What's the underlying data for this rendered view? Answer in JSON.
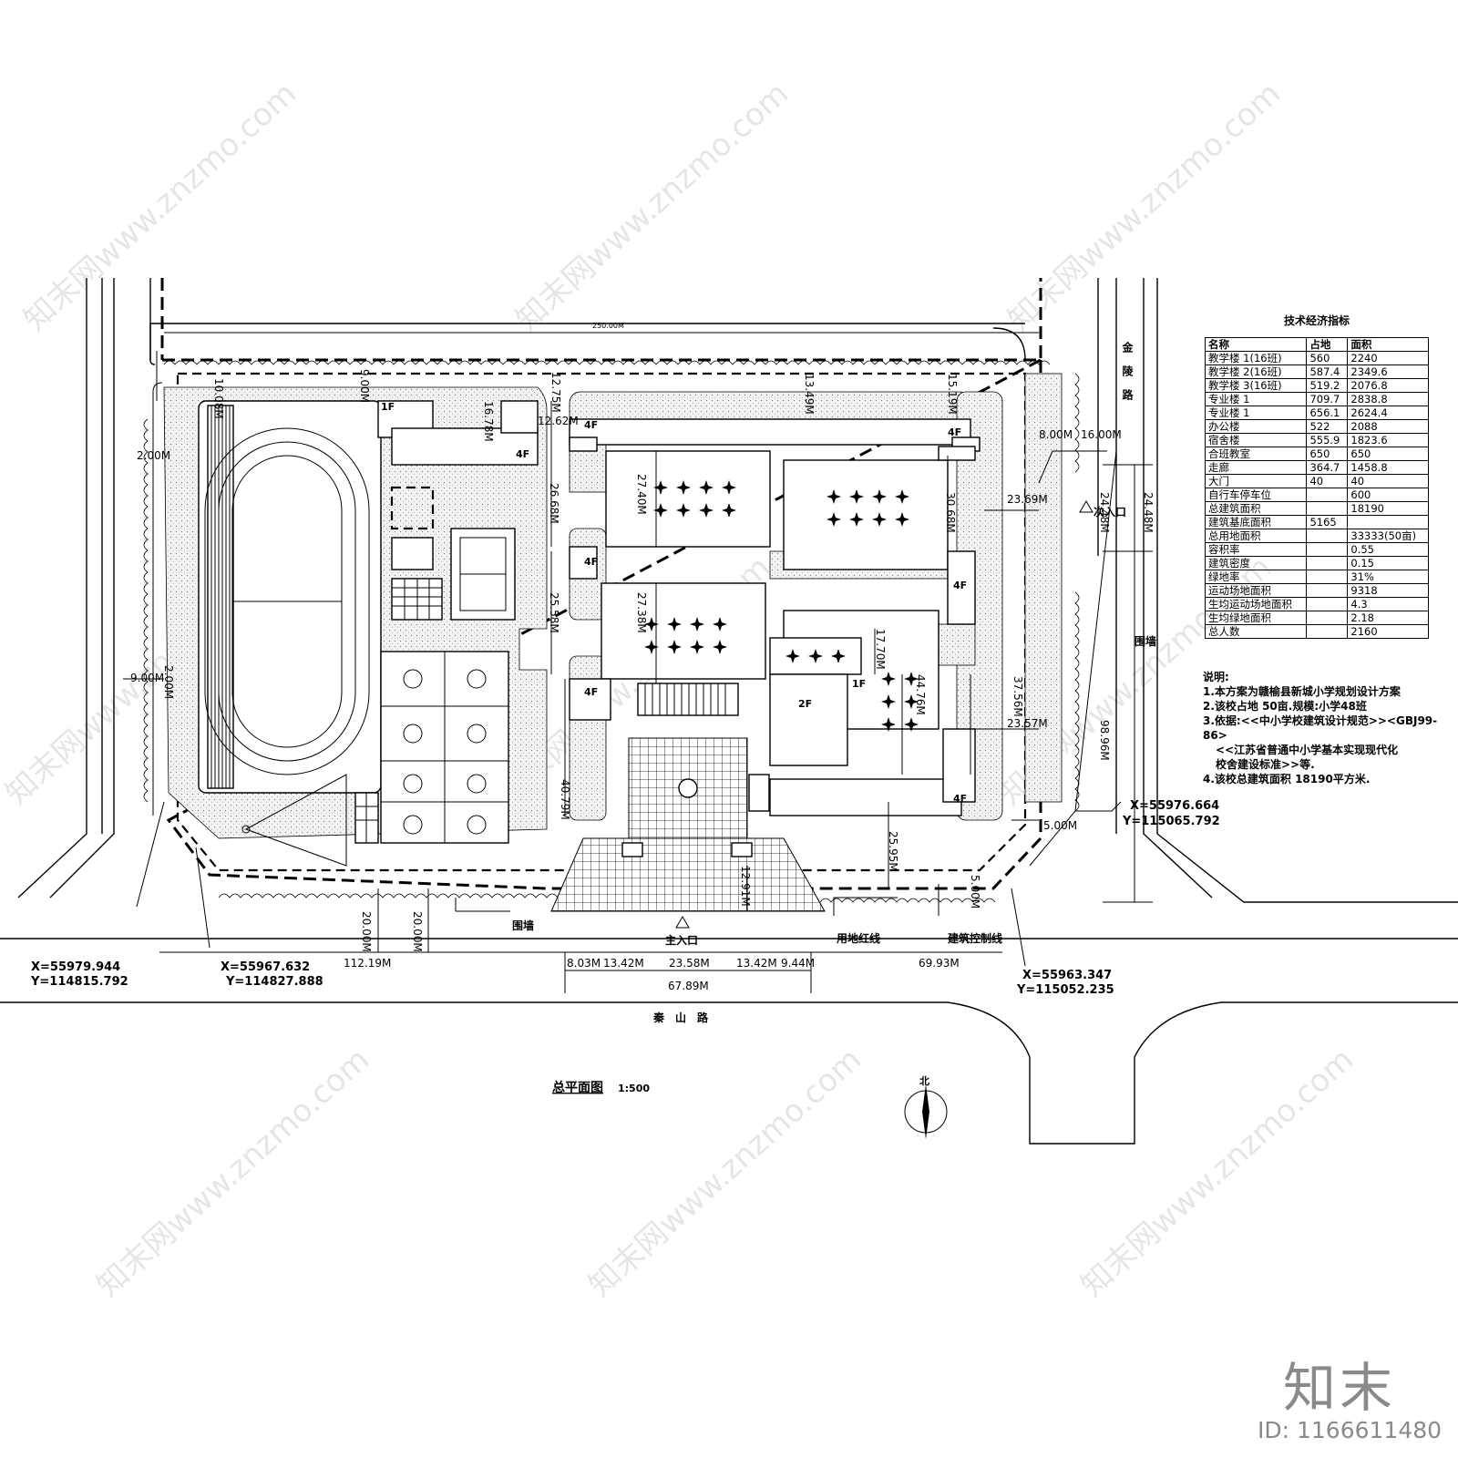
{
  "roads": {
    "north_road": "金陵路",
    "south_road": "秦山路"
  },
  "drawing": {
    "title": "总平面图",
    "scale": "1:500",
    "north": "北"
  },
  "entrances": {
    "main": "主入口",
    "secondary": "次入口"
  },
  "labels": {
    "wall_bottom": "围墙",
    "wall_right": "围墙",
    "red_line": "用地红线",
    "control_line": "建筑控制线"
  },
  "coordinates": {
    "bottom_left_x": "X=55979.944",
    "bottom_left_y": "Y=114815.792",
    "bottom_mid_x": "X=55967.632",
    "bottom_mid_y": "Y=114827.888",
    "bottom_right_x": "X=55963.347",
    "bottom_right_y": "Y=115052.235",
    "right_x": "X=55976.664",
    "right_y": "Y=115065.792"
  },
  "floors": {
    "f1a": "1F",
    "f4a": "4F",
    "f4b": "4F",
    "f4c": "4F",
    "f4d": "4F",
    "f4e": "4F",
    "f4f": "4F",
    "f1b": "1F",
    "f2": "2F"
  },
  "dimensions": {
    "top_total": "250.00M",
    "d1008": "10.08M",
    "d9": "9.00M",
    "d1678": "16.78M",
    "d1275": "12.75M",
    "d1262": "12.62M",
    "d1349": "13.49M",
    "d1519": "15.19M",
    "d2200a": "2.00M",
    "d2668": "26.68M",
    "d2740": "27.40M",
    "d3068": "30.68M",
    "d2369": "23.69M",
    "d2448a": "24.48M",
    "d2448b": "24.48M",
    "d800": "8.00M",
    "d1600": "16.00M",
    "d2558": "25.58M",
    "d2738": "27.38M",
    "d1770": "17.70M",
    "d4476": "44.76M",
    "d3756": "37.56M",
    "d2357": "23.57M",
    "d9896": "98.96M",
    "d900": "9.00M",
    "d200b": "2.00M",
    "d4079": "40.79M",
    "d2595": "25.95M",
    "d500a": "5.00M",
    "d500b": "5.00M",
    "d1291": "12.91M",
    "d2000a": "20.00M",
    "d2000b": "20.00M",
    "d11219": "112.19M",
    "d803": "8.03M",
    "d1342a": "13.42M",
    "d2358": "23.58M",
    "d1342b": "13.42M",
    "d944": "9.44M",
    "d6993": "69.93M",
    "d6789": "67.89M"
  },
  "econ_table": {
    "title": "技术经济指标",
    "headers": [
      "名称",
      "占地",
      "面积"
    ],
    "rows": [
      [
        "教学楼 1(16班)",
        "560",
        "2240"
      ],
      [
        "教学楼 2(16班)",
        "587.4",
        "2349.6"
      ],
      [
        "教学楼 3(16班)",
        "519.2",
        "2076.8"
      ],
      [
        "专业楼 1",
        "709.7",
        "2838.8"
      ],
      [
        "专业楼 1",
        "656.1",
        "2624.4"
      ],
      [
        "办公楼",
        "522",
        "2088"
      ],
      [
        "宿舍楼",
        "555.9",
        "1823.6"
      ],
      [
        "合班教室",
        "650",
        "650"
      ],
      [
        "走廊",
        "364.7",
        "1458.8"
      ],
      [
        "大门",
        "40",
        "40"
      ],
      [
        "自行车停车位",
        "",
        "600"
      ],
      [
        "总建筑面积",
        "",
        "18190"
      ],
      [
        "建筑基底面积",
        "5165",
        ""
      ],
      [
        "总用地面积",
        "",
        "33333(50亩)"
      ],
      [
        "容积率",
        "",
        "0.55"
      ],
      [
        "建筑密度",
        "",
        "0.15"
      ],
      [
        "绿地率",
        "",
        "31%"
      ],
      [
        "运动场地面积",
        "",
        "9318"
      ],
      [
        "生均运动场地面积",
        "",
        "4.3"
      ],
      [
        "生均绿地面积",
        "",
        "2.18"
      ],
      [
        "总人数",
        "",
        "2160"
      ]
    ]
  },
  "notes": {
    "title": "说明:",
    "n1": "1.本方案为赣榆县新城小学规划设计方案",
    "n2": "2.该校占地 50亩.规模:小学48班",
    "n3": "3.依据:<<中小学校建筑设计规范>><GBJ99-86>",
    "n3b": "<<江苏省普通中小学基本实现现代化",
    "n3c": "校舍建设标准>>等.",
    "n4": "4.该校总建筑面积 18190平方米."
  },
  "watermark": "知末网www.znzmo.com",
  "brand": {
    "logo": "知末",
    "id": "ID: 1166611480"
  }
}
